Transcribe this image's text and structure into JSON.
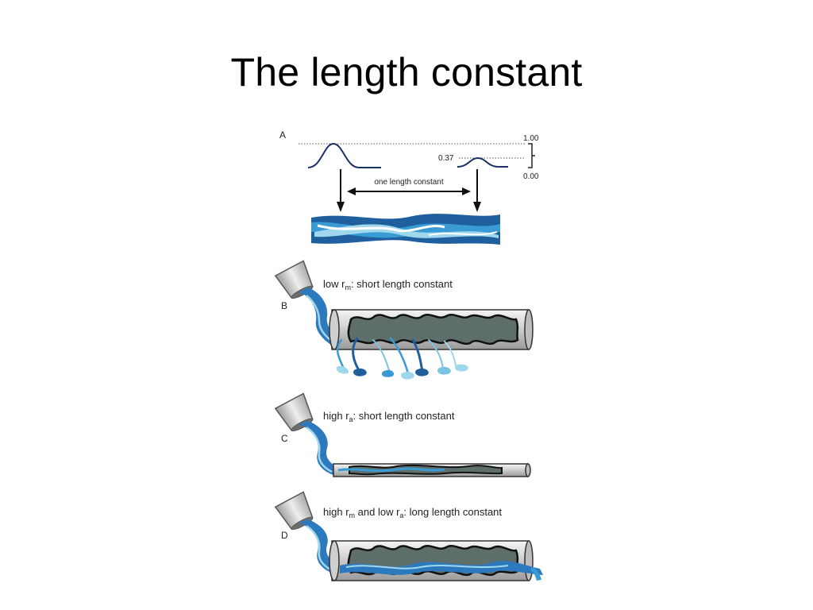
{
  "slide": {
    "title": "The length constant"
  },
  "panelA": {
    "letter": "A",
    "scale_top": "1.00",
    "scale_mid": "0.37",
    "scale_bottom": "0.00",
    "arrow_label": "one length constant"
  },
  "panelB": {
    "letter": "B",
    "cap_pre": "low r",
    "cap_sub": "m",
    "cap_post": ": short length constant"
  },
  "panelC": {
    "letter": "C",
    "cap_pre": "high r",
    "cap_sub": "a",
    "cap_post": ": short length constant"
  },
  "panelD": {
    "letter": "D",
    "cap_pre": "high r",
    "cap_sub1": "m",
    "cap_mid": " and low r",
    "cap_sub2": "a",
    "cap_post": ": long length constant"
  },
  "colors": {
    "water_dark": "#1f5f9e",
    "water_mid": "#3a9bd4",
    "water_light": "#9fd8ec",
    "pipe": "#c9c9c9",
    "inner": "#5e6f6b"
  }
}
